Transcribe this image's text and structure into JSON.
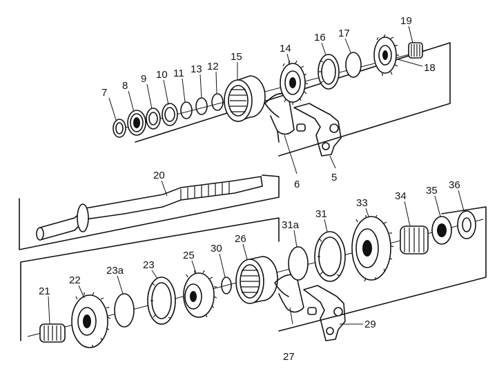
{
  "diagram": {
    "ink_color": "#111111",
    "background_color": "#ffffff",
    "part_labels": {
      "p5": "5",
      "p6": "6",
      "p7": "7",
      "p8": "8",
      "p9": "9",
      "p10": "10",
      "p11": "11",
      "p12": "12",
      "p13": "13",
      "p14": "14",
      "p15": "15",
      "p16": "16",
      "p17": "17",
      "p18": "18",
      "p19": "19",
      "p20": "20",
      "p21": "21",
      "p22": "22",
      "p23": "23",
      "p23a": "23a",
      "p25": "25",
      "p26": "26",
      "p27": "27",
      "p29": "29",
      "p30": "30",
      "p31": "31",
      "p31a": "31a",
      "p33": "33",
      "p34": "34",
      "p35": "35",
      "p36": "36"
    }
  }
}
